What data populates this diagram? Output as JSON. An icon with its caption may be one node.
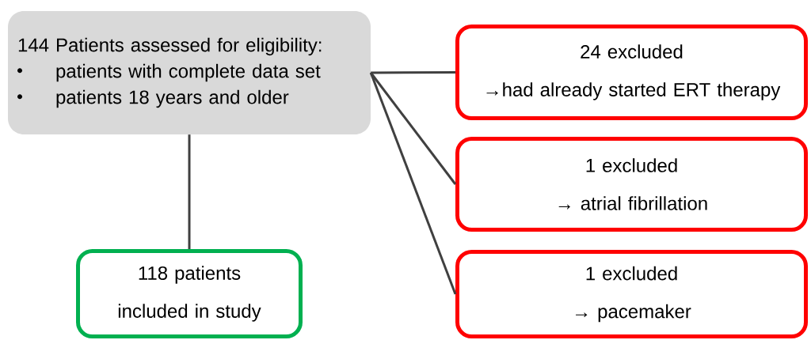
{
  "diagram": {
    "nodes": [
      {
        "text": [
          "144 Patients assessed for eligibility:",
          "patients with complete data set",
          "patients 18 years and older"
        ]
      },
      {
        "text": [
          "24 excluded",
          "→had already started ERT therapy"
        ]
      },
      {
        "text": [
          "1 excluded",
          "→ atrial fibrillation"
        ]
      },
      {
        "text": [
          "1 excluded",
          "→ pacemaker"
        ]
      },
      {
        "text": [
          "118 patients included in study"
        ]
      }
    ],
    "edges": [
      {
        "from": 0,
        "to": 1,
        "arrow": "none"
      },
      {
        "from": 0,
        "to": 2,
        "arrow": "none"
      },
      {
        "from": 0,
        "to": 3,
        "arrow": "none"
      },
      {
        "from": 0,
        "to": 4,
        "arrow": "none"
      }
    ]
  }
}
